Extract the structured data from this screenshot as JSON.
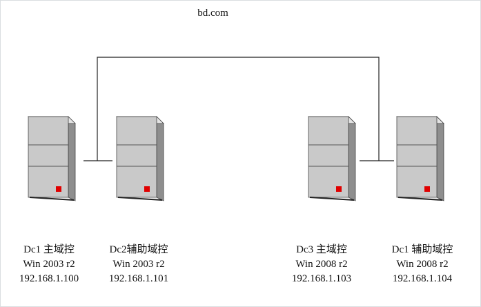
{
  "diagram": {
    "title": "bd.com",
    "servers": [
      {
        "name": "Dc1 主域控",
        "os": "Win 2003 r2",
        "ip": "192.168.1.100"
      },
      {
        "name": "Dc2辅助域控",
        "os": "Win 2003 r2",
        "ip": "192.168.1.101"
      },
      {
        "name": "Dc3 主域控",
        "os": "Win 2008 r2",
        "ip": "192.168.1.103"
      },
      {
        "name": "Dc1 辅助域控",
        "os": "Win 2008 r2",
        "ip": "192.168.1.104"
      }
    ],
    "colors": {
      "server_front": "#c9c9c9",
      "server_side": "#8e8e8e",
      "server_top": "#e4e4e4",
      "status_led": "#e00000",
      "line": "#222222"
    }
  }
}
